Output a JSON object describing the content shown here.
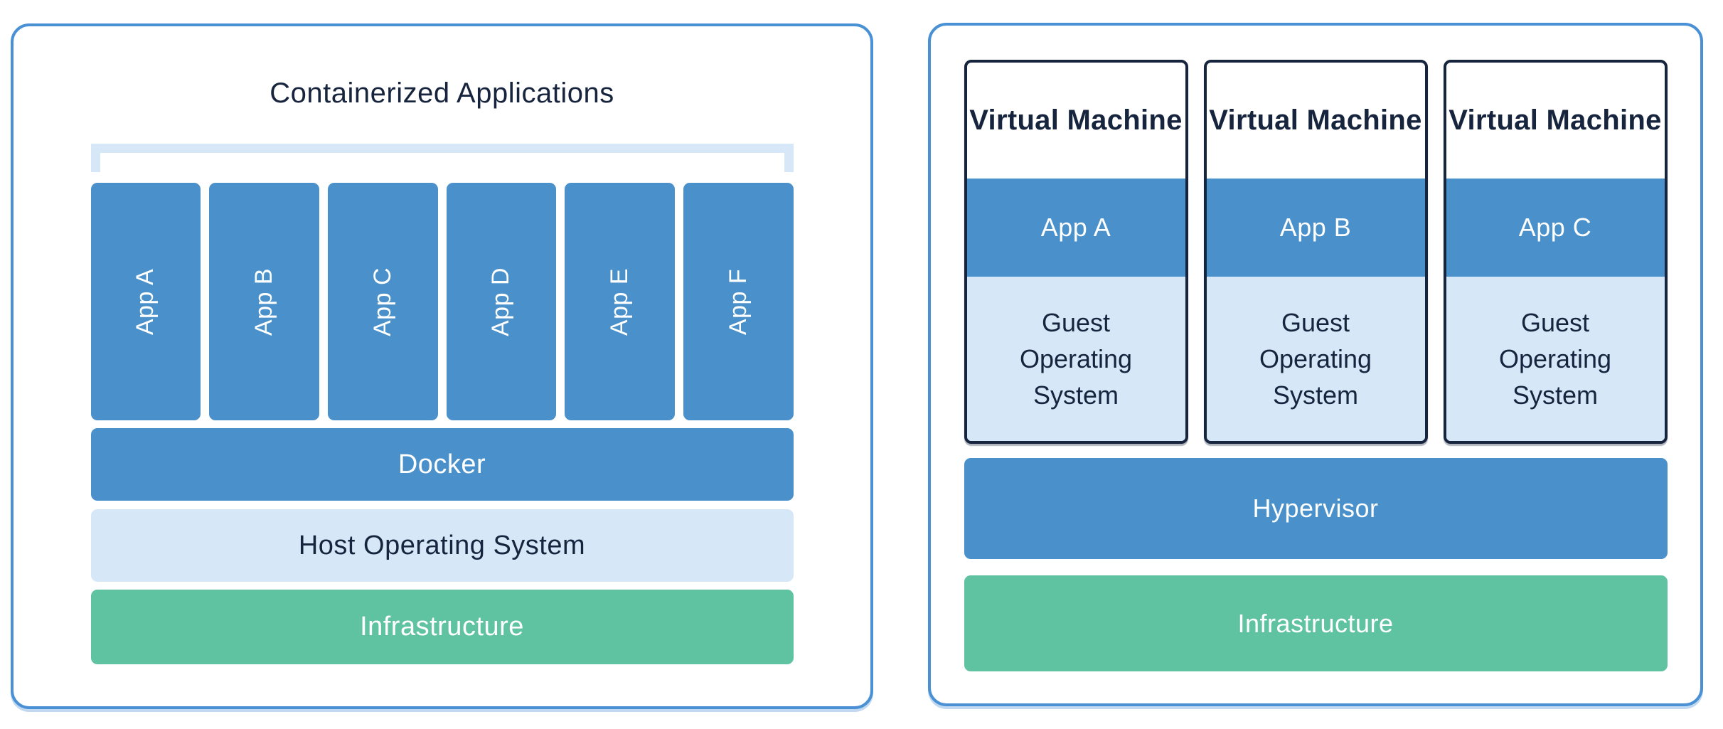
{
  "colors": {
    "panel_border": "#4a90d5",
    "box_blue": "#4a91cb",
    "box_light_blue": "#d6e8f8",
    "box_green": "#5fc3a2",
    "text_navy": "#17243e",
    "text_white": "#ffffff"
  },
  "left_panel": {
    "title": "Containerized Applications",
    "apps": [
      "App A",
      "App B",
      "App C",
      "App D",
      "App E",
      "App F"
    ],
    "layers": {
      "docker": "Docker",
      "host_os": "Host Operating System",
      "infrastructure": "Infrastructure"
    }
  },
  "right_panel": {
    "vms": [
      {
        "title": "Virtual Machine",
        "app": "App A",
        "os": "Guest Operating System"
      },
      {
        "title": "Virtual Machine",
        "app": "App B",
        "os": "Guest Operating System"
      },
      {
        "title": "Virtual Machine",
        "app": "App C",
        "os": "Guest Operating System"
      }
    ],
    "layers": {
      "hypervisor": "Hypervisor",
      "infrastructure": "Infrastructure"
    }
  }
}
